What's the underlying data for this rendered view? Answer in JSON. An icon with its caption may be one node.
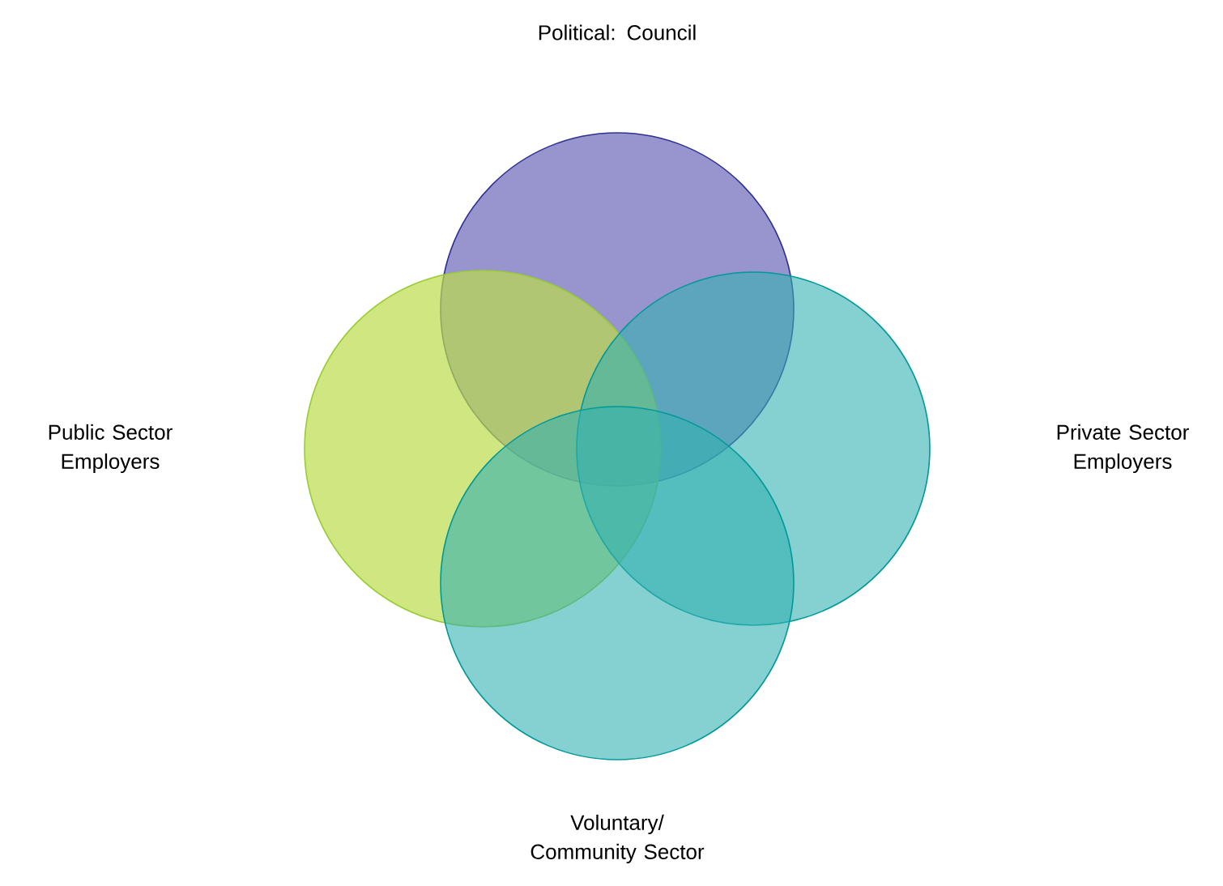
{
  "diagram": {
    "nodes": [
      {
        "text": [],
        "shape": "circle"
      },
      {
        "text": [],
        "shape": "circle"
      },
      {
        "text": [],
        "shape": "circle"
      },
      {
        "text": [],
        "shape": "circle"
      }
    ],
    "labels": [
      "Political: Council",
      "Public Sector Employers",
      "Private Sector Employers",
      "Voluntary/ Community Sector"
    ]
  }
}
